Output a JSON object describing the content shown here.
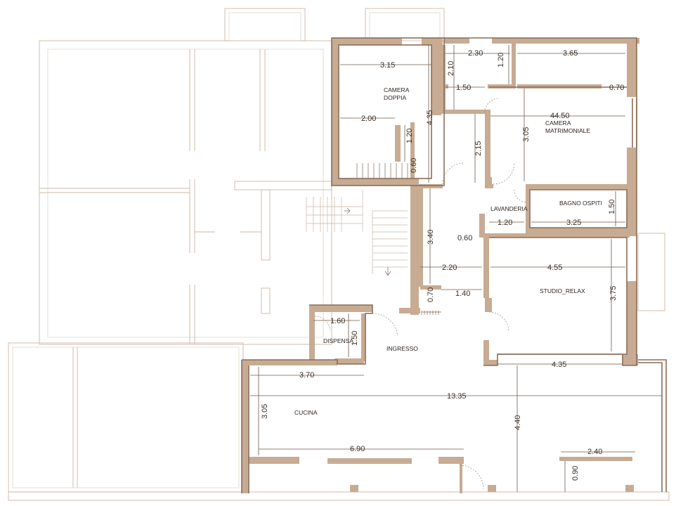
{
  "rooms": {
    "camera_doppia": [
      "CAMERA",
      "DOPPIA"
    ],
    "camera_matrimoniale": [
      "CAMERA",
      "MATRIMONIALE"
    ],
    "lavanderia": "LAVANDERIA",
    "bagno_ospiti": "BAGNO OSPITI",
    "studio_relax": "STUDIO_RELAX",
    "dispensa": "DISPENSA",
    "ingresso": "INGRESSO",
    "cucina": "CUCINA"
  },
  "dimensions": {
    "cd_width": "3.15",
    "cd_height": "4.35",
    "cd_inner_width": "2.00",
    "cd_inner_height": "1.20",
    "cd_step": "0.60",
    "bath_top": "2.30",
    "bath_left": "2.10",
    "bath_right": "1.20",
    "bath_inner": "1.50",
    "corr_h": "2.15",
    "cm_width": "3.65",
    "cm_closet": "0.70",
    "cm_long": "44.50",
    "cm_height": "3.05",
    "bagno_height": "1.50",
    "bagno_width": "3.25",
    "lav_width": "1.20",
    "lav_small": "0.60",
    "hall_h": "3.40",
    "hall_w": "2.20",
    "studio_w": "4.55",
    "studio_h": "3.75",
    "hall_step_w": "1.40",
    "hall_step_h": "0.70",
    "disp_w": "1.60",
    "disp_h": "1.50",
    "studio_bottom": "4.35",
    "cucina_w": "3.70",
    "total_w": "13.35",
    "cucina_h": "3.05",
    "total_h": "4.40",
    "cucina_len": "6.90",
    "terrace_w": "2.40",
    "terrace_h": "0.90"
  }
}
